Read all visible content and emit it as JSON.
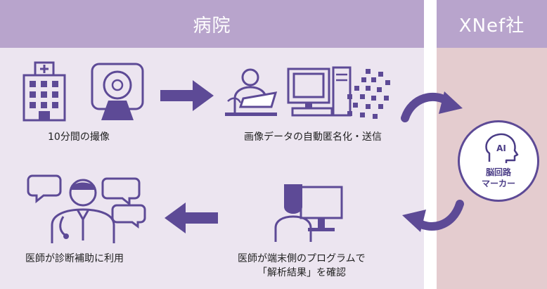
{
  "headers": {
    "hospital": "病院",
    "company": "XNef社"
  },
  "steps": {
    "imaging": "10分間の撮像",
    "anonymize": "画像データの自動匿名化・送信",
    "review_line1": "医師が端末側のプログラムで",
    "review_line2": "「解析結果」を確認",
    "use": "医師が診断補助に利用"
  },
  "ai_node": {
    "icon_text": "AI",
    "line1": "脳回路",
    "line2": "マーカー"
  },
  "colors": {
    "accent": "#5d4a96",
    "header": "#b8a4cc",
    "hospital_bg": "#ece5f0",
    "company_bg": "#e4cccf"
  }
}
